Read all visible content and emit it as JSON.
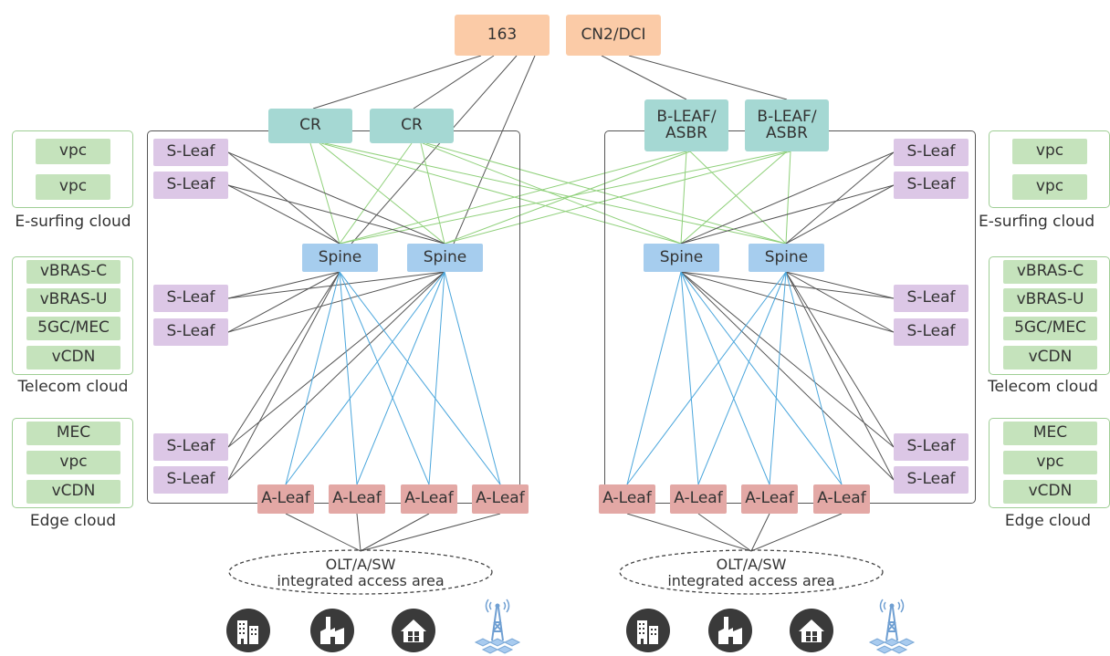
{
  "top": {
    "isp": "163",
    "cn2": "CN2/DCI"
  },
  "left_dc": {
    "cr": [
      "CR",
      "CR"
    ],
    "spine": [
      "Spine",
      "Spine"
    ],
    "s_leaf": [
      "S-Leaf",
      "S-Leaf",
      "S-Leaf",
      "S-Leaf",
      "S-Leaf",
      "S-Leaf"
    ],
    "a_leaf": [
      "A-Leaf",
      "A-Leaf",
      "A-Leaf",
      "A-Leaf"
    ],
    "access_area": [
      "OLT/A/SW",
      "integrated access area"
    ]
  },
  "right_dc": {
    "border": [
      "B-LEAF/",
      "ASBR"
    ],
    "spine": [
      "Spine",
      "Spine"
    ],
    "s_leaf": [
      "S-Leaf",
      "S-Leaf",
      "S-Leaf",
      "S-Leaf",
      "S-Leaf",
      "S-Leaf"
    ],
    "a_leaf": [
      "A-Leaf",
      "A-Leaf",
      "A-Leaf",
      "A-Leaf"
    ],
    "access_area": [
      "OLT/A/SW",
      "integrated access area"
    ]
  },
  "clouds": {
    "esurfing": {
      "items": [
        "vpc",
        "vpc"
      ],
      "label": "E-surfing cloud"
    },
    "telecom": {
      "items": [
        "vBRAS-C",
        "vBRAS-U",
        "5GC/MEC",
        "vCDN"
      ],
      "label": "Telecom cloud"
    },
    "edge": {
      "items": [
        "MEC",
        "vpc",
        "vCDN"
      ],
      "label": "Edge cloud"
    }
  },
  "icons": [
    "office-building-icon",
    "factory-icon",
    "home-icon",
    "cell-tower-icon"
  ],
  "colors": {
    "internet": "#fbcba7",
    "core": "#a5d8d3",
    "spine": "#a6cdee",
    "s_leaf": "#dcc7e6",
    "a_leaf": "#e3a8a5",
    "cloud_item": "#c5e3bc",
    "link_dark": "#555555",
    "link_green": "#8fd07a",
    "link_blue": "#4aa6dc"
  }
}
